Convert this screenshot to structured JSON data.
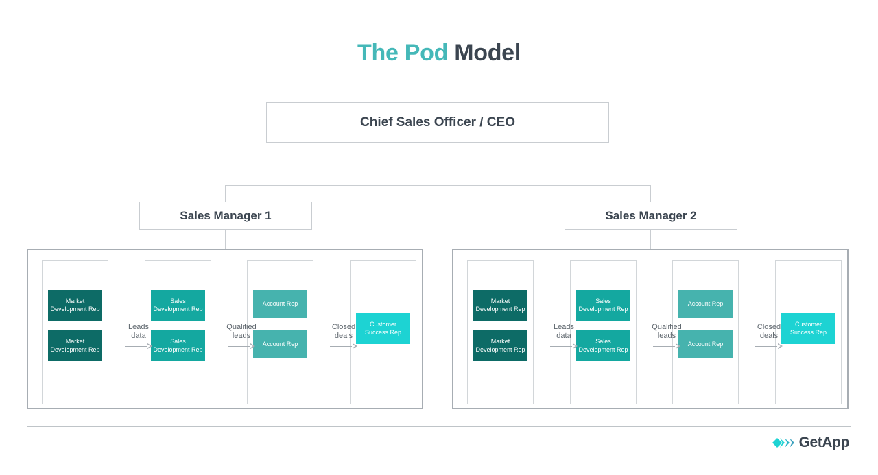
{
  "title": {
    "accent": "The Pod",
    "rest": "Model"
  },
  "org": {
    "ceo": "Chief Sales Officer / CEO",
    "managers": [
      "Sales Manager 1",
      "Sales Manager 2"
    ]
  },
  "roles": {
    "market_development_rep": "Market Development Rep",
    "sales_development_rep": "Sales Development Rep",
    "account_rep": "Account Rep",
    "customer_success_rep": "Customer Success Rep"
  },
  "flows": [
    {
      "label_line1": "Leads",
      "label_line2": "data"
    },
    {
      "label_line1": "Qualified",
      "label_line2": "leads"
    },
    {
      "label_line1": "Closed",
      "label_line2": "deals"
    }
  ],
  "pods": [
    {
      "columns": [
        {
          "role": "Market Development Rep",
          "count": 2
        },
        {
          "role": "Sales Development Rep",
          "count": 2
        },
        {
          "role": "Account Rep",
          "count": 2
        },
        {
          "role": "Customer Success Rep",
          "count": 1
        }
      ]
    },
    {
      "columns": [
        {
          "role": "Market Development Rep",
          "count": 2
        },
        {
          "role": "Sales Development Rep",
          "count": 2
        },
        {
          "role": "Account Rep",
          "count": 2
        },
        {
          "role": "Customer Success Rep",
          "count": 1
        }
      ]
    }
  ],
  "footer": {
    "brand": "GetApp"
  },
  "colors": {
    "title_accent": "#45b8b8",
    "title_dark": "#3b4550",
    "market_development_rep": "#0d6b66",
    "sales_development_rep": "#14a8a0",
    "account_rep": "#46b3ae",
    "customer_success_rep": "#1dd3d3",
    "border": "#c9cdd1",
    "pod_border": "#a7adb3",
    "text_muted": "#5e666d"
  }
}
